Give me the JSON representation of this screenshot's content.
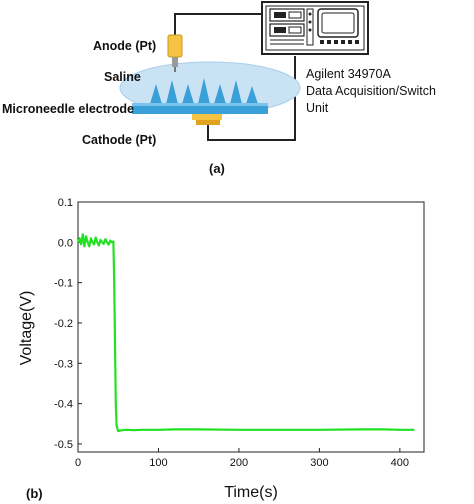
{
  "panel_a": {
    "anode_label": "Anode (Pt)",
    "saline_label": "Saline",
    "microneedle_label": "Microneedle electrode",
    "cathode_label": "Cathode (Pt)",
    "instrument_line1": "Agilent 34970A",
    "instrument_line2": "Data Acquisition/Switch",
    "instrument_line3": "Unit",
    "caption": "(a)"
  },
  "panel_b": {
    "caption": "(b)"
  },
  "colors": {
    "anode": "#F5C242",
    "cathode": "#E0A320",
    "saline": "#C9E3F5",
    "electrode_base": "#3AA0D8",
    "trace": "#22E022"
  },
  "chart_data": {
    "type": "line",
    "xlabel": "Time(s)",
    "ylabel": "Voltage(V)",
    "xlim": [
      0,
      430
    ],
    "ylim": [
      -0.52,
      0.1
    ],
    "xticks": [
      0,
      100,
      200,
      300,
      400
    ],
    "yticks": [
      0.1,
      0.0,
      -0.1,
      -0.2,
      -0.3,
      -0.4,
      -0.5
    ],
    "ytick_labels": [
      "0.1",
      "0.0",
      "-0.1",
      "-0.2",
      "-0.3",
      "-0.4",
      "-0.5"
    ],
    "grid": false,
    "series": [
      {
        "x": [
          0,
          2,
          4,
          6,
          8,
          10,
          12,
          14,
          16,
          18,
          20,
          22,
          24,
          26,
          28,
          30,
          32,
          34,
          36,
          38,
          40,
          42,
          44,
          45,
          46,
          47,
          48,
          50,
          55,
          60,
          70,
          80,
          100,
          120,
          150,
          200,
          250,
          300,
          350,
          380,
          400,
          418
        ],
        "y": [
          0.0,
          0.01,
          -0.005,
          0.02,
          -0.01,
          0.015,
          0.0,
          -0.01,
          0.01,
          0.0,
          -0.005,
          0.012,
          0.0,
          -0.008,
          0.006,
          0.0,
          -0.004,
          0.008,
          0.0,
          -0.006,
          0.004,
          0.0,
          0.002,
          -0.1,
          -0.25,
          -0.4,
          -0.455,
          -0.468,
          -0.466,
          -0.465,
          -0.466,
          -0.465,
          -0.465,
          -0.464,
          -0.464,
          -0.465,
          -0.465,
          -0.465,
          -0.464,
          -0.464,
          -0.465,
          -0.465
        ]
      }
    ]
  }
}
